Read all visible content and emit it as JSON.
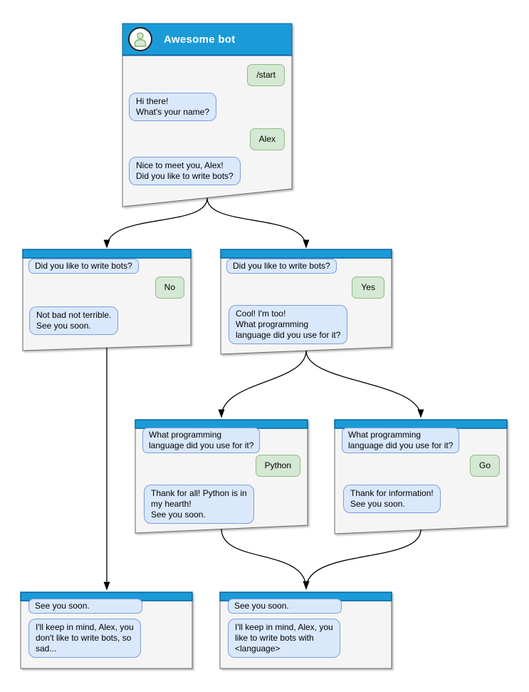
{
  "diagram": {
    "type": "chat-bot-flow",
    "colors": {
      "header": "#1a9bd7",
      "header_border": "#0a64a0",
      "node_fill": "#f5f5f5",
      "node_border": "#666666",
      "bot_bubble_fill": "#dae8fc",
      "bot_bubble_border": "#7c9ed6",
      "user_bubble_fill": "#d5e8d4",
      "user_bubble_border": "#8fbc80",
      "edge": "#000000"
    },
    "icons": {
      "avatar": "person-icon"
    }
  },
  "nodes": {
    "start": {
      "title": "Awesome bot",
      "messages": [
        {
          "side": "user",
          "text": "/start"
        },
        {
          "side": "bot",
          "text": "Hi there!\nWhat's your name?"
        },
        {
          "side": "user",
          "text": "Alex"
        },
        {
          "side": "bot",
          "text": "Nice to meet you, Alex!\nDid you like to write bots?"
        }
      ]
    },
    "branch_no": {
      "messages": [
        {
          "side": "bot",
          "text": "Did you like to write bots?"
        },
        {
          "side": "user",
          "text": "No"
        },
        {
          "side": "bot",
          "text": "Not bad not terrible.\nSee you soon."
        }
      ]
    },
    "branch_yes": {
      "messages": [
        {
          "side": "bot",
          "text": "Did you like to write bots?"
        },
        {
          "side": "user",
          "text": "Yes"
        },
        {
          "side": "bot",
          "text": "Cool! I'm too!\nWhat programming\nlanguage did you use for it?"
        }
      ]
    },
    "lang_python": {
      "messages": [
        {
          "side": "bot",
          "text": "What programming\nlanguage did you use for it?"
        },
        {
          "side": "user",
          "text": "Python"
        },
        {
          "side": "bot",
          "text": "Thank for all! Python is in\nmy hearth!\nSee you soon."
        }
      ]
    },
    "lang_go": {
      "messages": [
        {
          "side": "bot",
          "text": "What programming\nlanguage did you use for it?"
        },
        {
          "side": "user",
          "text": "Go"
        },
        {
          "side": "bot",
          "text": "Thank for information!\nSee you soon."
        }
      ]
    },
    "end_no": {
      "messages": [
        {
          "side": "bot",
          "text": "See you soon."
        },
        {
          "side": "bot",
          "text": "I'll keep in mind, Alex, you\ndon't like to write bots, so\nsad..."
        }
      ]
    },
    "end_yes": {
      "messages": [
        {
          "side": "bot",
          "text": "See you soon."
        },
        {
          "side": "bot",
          "text": "I'll keep in mind, Alex, you\nlike to write bots with\n<language>"
        }
      ]
    }
  },
  "edges": [
    {
      "from": "start",
      "to": "branch_no"
    },
    {
      "from": "start",
      "to": "branch_yes"
    },
    {
      "from": "branch_yes",
      "to": "lang_python"
    },
    {
      "from": "branch_yes",
      "to": "lang_go"
    },
    {
      "from": "branch_no",
      "to": "end_no"
    },
    {
      "from": "lang_python",
      "to": "end_yes"
    },
    {
      "from": "lang_go",
      "to": "end_yes"
    }
  ]
}
